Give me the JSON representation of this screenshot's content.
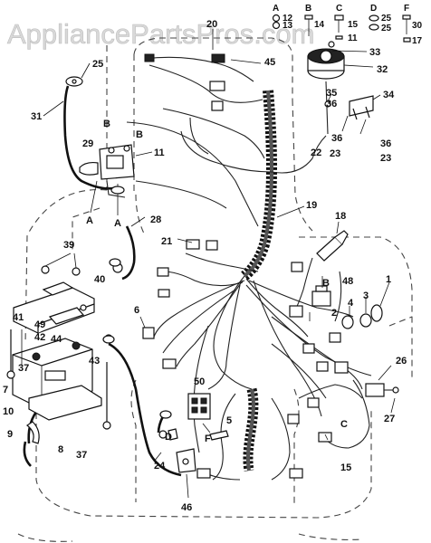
{
  "watermark": "AppliancePartsPros.com",
  "hardware_key": [
    {
      "letter": "A",
      "items": [
        "12",
        "13"
      ]
    },
    {
      "letter": "B",
      "items": [
        "14"
      ]
    },
    {
      "letter": "C",
      "items": [
        "15",
        "11"
      ]
    },
    {
      "letter": "D",
      "items": [
        "25",
        "25"
      ]
    },
    {
      "letter": "F",
      "items": [
        "30",
        "17"
      ]
    }
  ],
  "callouts": [
    {
      "id": "n1",
      "text": "1"
    },
    {
      "id": "n2",
      "text": "2"
    },
    {
      "id": "n3",
      "text": "3"
    },
    {
      "id": "n4",
      "text": "4"
    },
    {
      "id": "n5",
      "text": "5"
    },
    {
      "id": "n6",
      "text": "6"
    },
    {
      "id": "n7",
      "text": "7"
    },
    {
      "id": "n8",
      "text": "8"
    },
    {
      "id": "n9",
      "text": "9"
    },
    {
      "id": "n10",
      "text": "10"
    },
    {
      "id": "n11",
      "text": "11"
    },
    {
      "id": "n15",
      "text": "15"
    },
    {
      "id": "n18",
      "text": "18"
    },
    {
      "id": "n19",
      "text": "19"
    },
    {
      "id": "n20",
      "text": "20"
    },
    {
      "id": "n21",
      "text": "21"
    },
    {
      "id": "n22",
      "text": "22"
    },
    {
      "id": "n23a",
      "text": "23"
    },
    {
      "id": "n23b",
      "text": "23"
    },
    {
      "id": "n24",
      "text": "24"
    },
    {
      "id": "n25",
      "text": "25"
    },
    {
      "id": "n26",
      "text": "26"
    },
    {
      "id": "n27",
      "text": "27"
    },
    {
      "id": "n28",
      "text": "28"
    },
    {
      "id": "n29",
      "text": "29"
    },
    {
      "id": "n31",
      "text": "31"
    },
    {
      "id": "n32",
      "text": "32"
    },
    {
      "id": "n33",
      "text": "33"
    },
    {
      "id": "n34",
      "text": "34"
    },
    {
      "id": "n35",
      "text": "35"
    },
    {
      "id": "n36a",
      "text": "36"
    },
    {
      "id": "n36b",
      "text": "36"
    },
    {
      "id": "n36c",
      "text": "36"
    },
    {
      "id": "n37a",
      "text": "37"
    },
    {
      "id": "n37b",
      "text": "37"
    },
    {
      "id": "n39",
      "text": "39"
    },
    {
      "id": "n40",
      "text": "40"
    },
    {
      "id": "n41",
      "text": "41"
    },
    {
      "id": "n42",
      "text": "42"
    },
    {
      "id": "n43",
      "text": "43"
    },
    {
      "id": "n44",
      "text": "44"
    },
    {
      "id": "n45",
      "text": "45"
    },
    {
      "id": "n46",
      "text": "46"
    },
    {
      "id": "n48",
      "text": "48"
    },
    {
      "id": "n49",
      "text": "49"
    },
    {
      "id": "n50",
      "text": "50"
    }
  ],
  "letter_refs": [
    {
      "id": "lB1",
      "text": "B"
    },
    {
      "id": "lB2",
      "text": "B"
    },
    {
      "id": "lA1",
      "text": "A"
    },
    {
      "id": "lA2",
      "text": "A"
    },
    {
      "id": "lB3",
      "text": "B"
    },
    {
      "id": "lC1",
      "text": "C"
    },
    {
      "id": "lD1",
      "text": "D"
    },
    {
      "id": "lF1",
      "text": "F"
    }
  ]
}
